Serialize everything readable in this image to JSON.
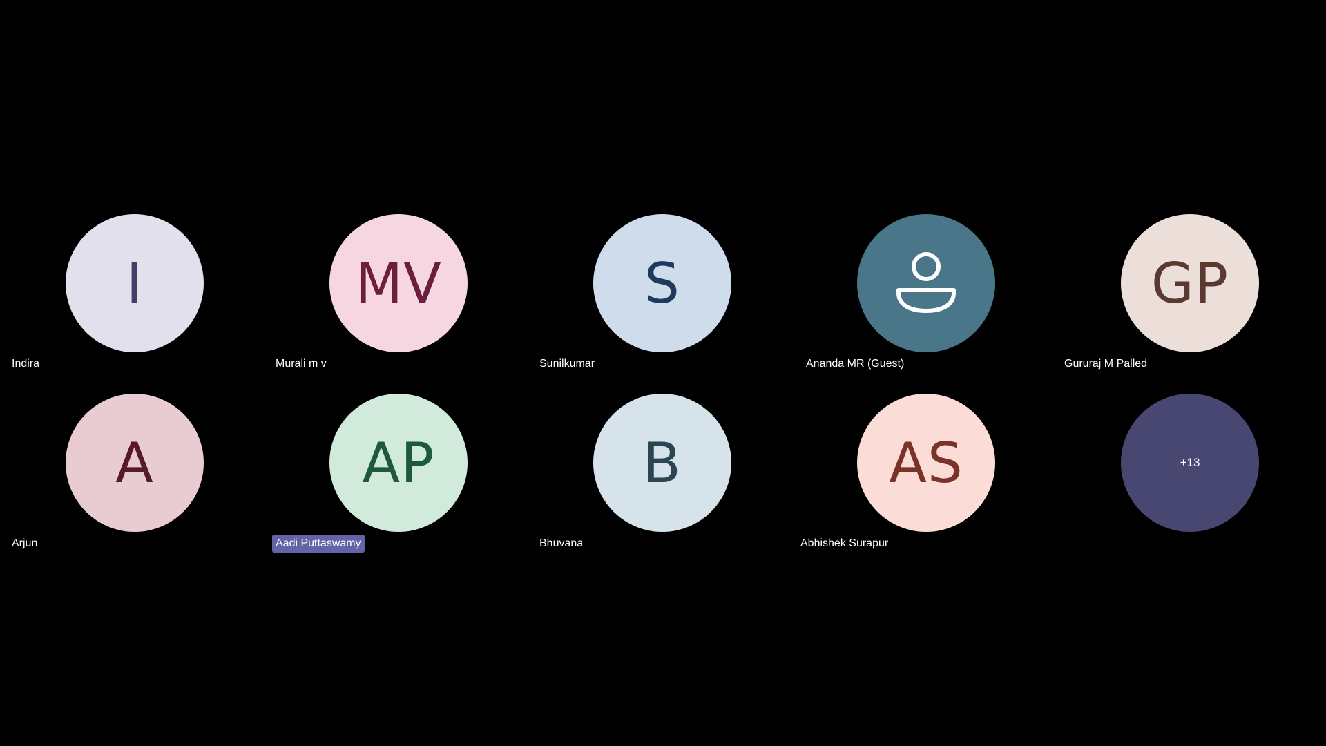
{
  "participants": [
    {
      "name": "Indira",
      "initials": "I",
      "bg": "#e3e0ee",
      "fg": "#463c67"
    },
    {
      "name": "Murali m v",
      "initials": "MV",
      "bg": "#f6d7e1",
      "fg": "#6b1f3d"
    },
    {
      "name": "Sunilkumar",
      "initials": "S",
      "bg": "#cfdcec",
      "fg": "#1f3a5f"
    },
    {
      "name": "Ananda MR (Guest)",
      "initials": "",
      "icon": "person-icon",
      "bg": "#4a7689",
      "fg": "#ffffff"
    },
    {
      "name": "Gururaj M Palled",
      "initials": "GP",
      "bg": "#ecdfda",
      "fg": "#5a3a30"
    },
    {
      "name": "Arjun",
      "initials": "A",
      "bg": "#e9ccd2",
      "fg": "#571a2b"
    },
    {
      "name": "Aadi Puttaswamy",
      "initials": "AP",
      "bg": "#d2eadc",
      "fg": "#1c5a3a",
      "speaking": true
    },
    {
      "name": "Bhuvana",
      "initials": "B",
      "bg": "#d6e3ea",
      "fg": "#2b4553"
    },
    {
      "name": "Abhishek Surapur",
      "initials": "AS",
      "bg": "#fbdcd6",
      "fg": "#7a3328"
    }
  ],
  "overflow": {
    "label": "+13",
    "bg": "#474772",
    "fg": "#ffffff"
  },
  "colors": {
    "background": "#000000",
    "speaking_highlight": "#6264a7"
  }
}
